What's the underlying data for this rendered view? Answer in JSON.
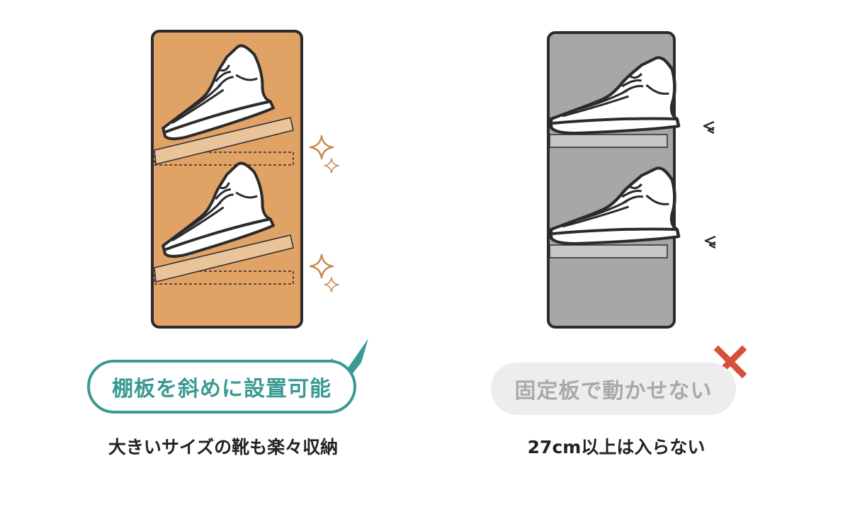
{
  "good_panel": {
    "label": "棚板を斜めに設置可能",
    "caption": "大きいサイズの靴も楽々収納",
    "cabinet_color": "#e1a266",
    "shelf_color": "#e9c39a",
    "label_color": "#3a9a92",
    "icon": "check-mark-icon"
  },
  "bad_panel": {
    "label": "固定板で動かせない",
    "caption": "27cm以上は入らない",
    "cabinet_color": "#a7a7a7",
    "shelf_color": "#c7c7c7",
    "label_color": "#a9a9a9",
    "icon": "cross-mark-icon",
    "icon_color": "#d8503c"
  },
  "outline_color": "#2b2b2b"
}
